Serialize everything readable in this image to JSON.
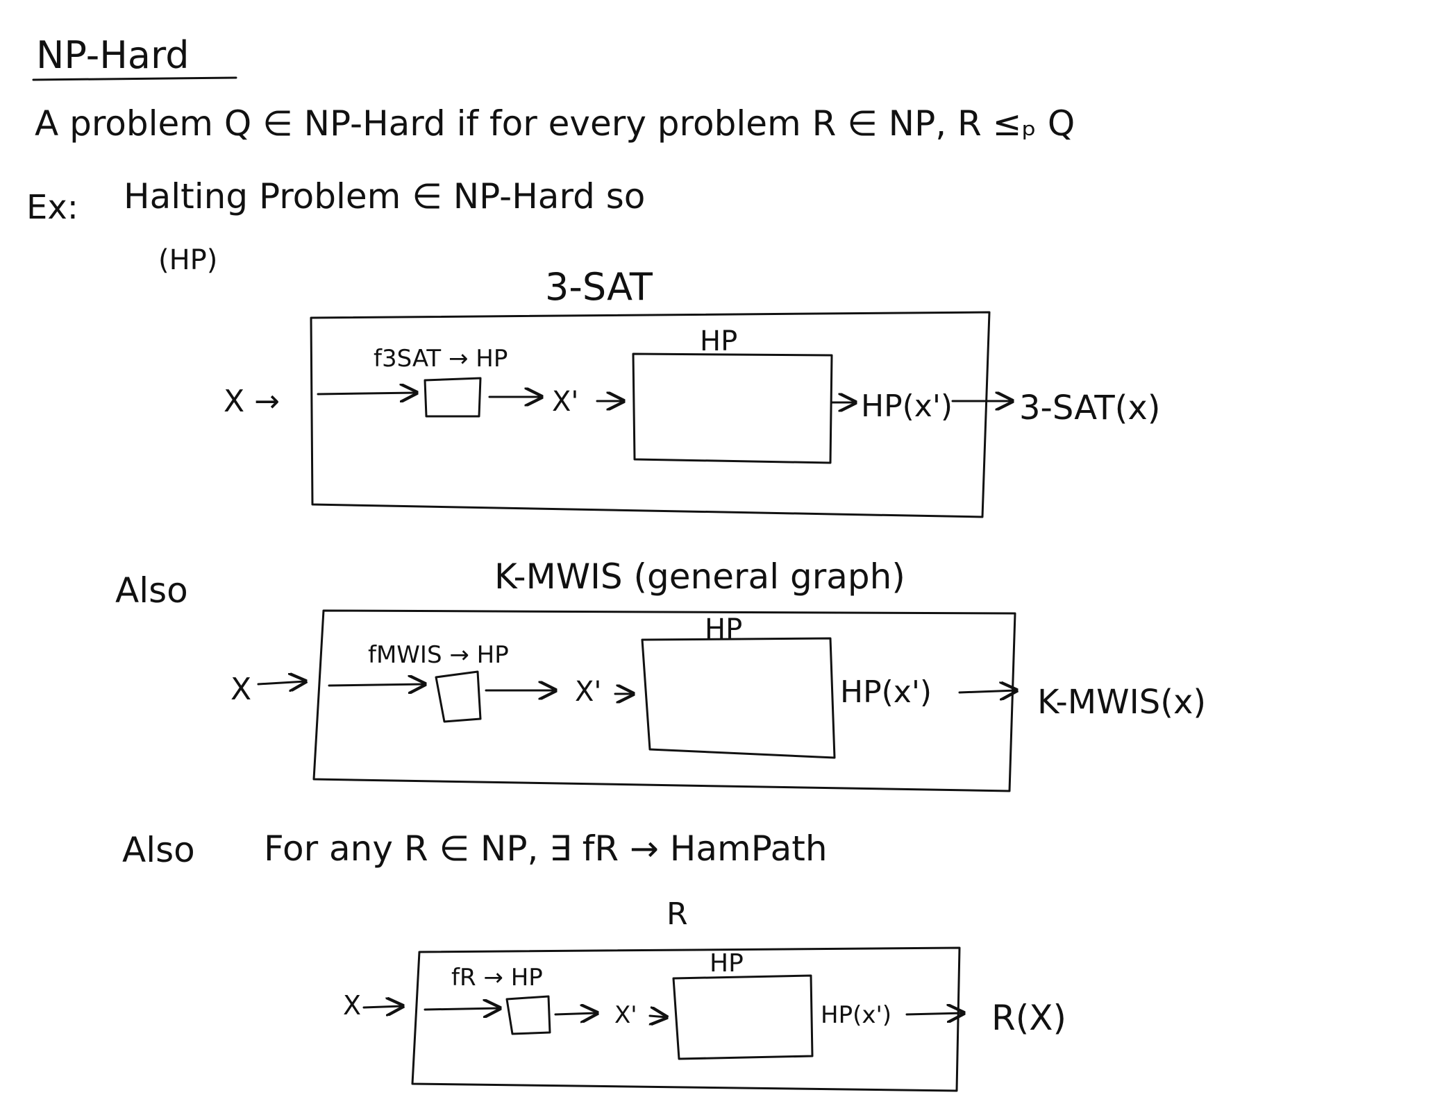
{
  "heading": "NP-Hard",
  "definition": "A problem Q ∈ NP-Hard if for every problem R ∈ NP, R ≤ₚ Q",
  "example": {
    "prefix": "Ex:",
    "text": "Halting Problem ∈ NP-Hard so",
    "abbrev": "(HP)"
  },
  "diagrams": [
    {
      "title": "3-SAT",
      "input": "X →",
      "reduction_label": "f3SAT → HP",
      "transformed": "X'",
      "solver_label": "HP",
      "solver_output": "HP(x')",
      "final_output": "3-SAT(x)"
    },
    {
      "prefix": "Also",
      "title": "K-MWIS (general graph)",
      "input": "X",
      "reduction_label": "fMWIS → HP",
      "transformed": "X'",
      "solver_label": "HP",
      "solver_output": "HP(x')",
      "final_output": "K-MWIS(x)"
    },
    {
      "title": "R",
      "input": "X",
      "reduction_label": "fR → HP",
      "transformed": "X'",
      "solver_label": "HP",
      "solver_output": "HP(x')",
      "final_output": "R(X)"
    }
  ],
  "also_third": {
    "prefix": "Also",
    "text": "For any R ∈ NP, ∃ fR → HamPath"
  }
}
